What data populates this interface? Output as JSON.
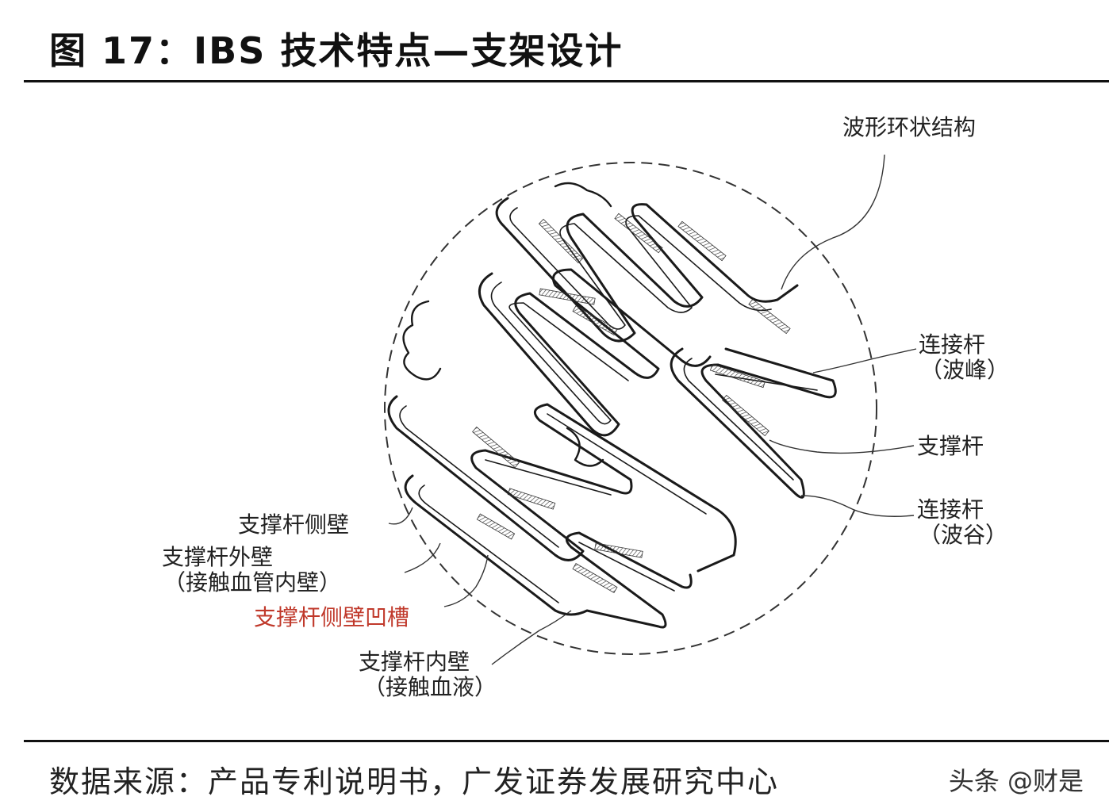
{
  "header": {
    "title": "图 17：IBS 技术特点—支架设计"
  },
  "labels": {
    "wave_ring": "波形环状结构",
    "connector_peak_line1": "连接杆",
    "connector_peak_line2": "（波峰）",
    "strut": "支撑杆",
    "connector_valley_line1": "连接杆",
    "connector_valley_line2": "（波谷）",
    "strut_side_wall": "支撑杆侧壁",
    "strut_outer_wall_line1": "支撑杆外壁",
    "strut_outer_wall_line2": "（接触血管内壁）",
    "strut_groove": "支撑杆侧壁凹槽",
    "strut_inner_wall_line1": "支撑杆内壁",
    "strut_inner_wall_line2": "（接触血液）"
  },
  "footer": {
    "source": "数据来源：产品专利说明书，广发证券发展研究中心",
    "watermark": "头条 @财是"
  },
  "colors": {
    "line": "#1a1a1a",
    "groove_label": "#c0392b"
  }
}
